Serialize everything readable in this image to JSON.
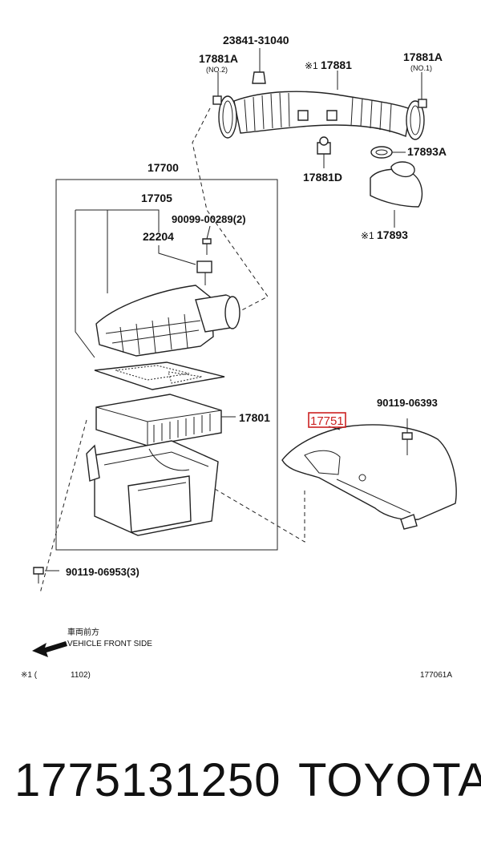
{
  "labels": {
    "p23841": "23841-31040",
    "p17881a_no2": "17881A",
    "no2": "(NO.2)",
    "p17881": "17881",
    "p17881a_no1": "17881A",
    "no1": "(NO.1)",
    "p17893a": "17893A",
    "p17881d": "17881D",
    "p17893": "17893",
    "p17700": "17700",
    "p17705": "17705",
    "p90099": "90099-00289(2)",
    "p22204": "22204",
    "p17801": "17801",
    "p90119_06393": "90119-06393",
    "p17751": "17751",
    "p90119_06953": "90119-06953(3)",
    "mark": "※1",
    "front_jp": "車両前方",
    "front_en": "VEHICLE FRONT SIDE",
    "note_mark": "※1 (",
    "note_code": "1102)",
    "diagram_id": "177061A"
  },
  "highlight_color": "#cc2222",
  "caption": {
    "part_number": "1775131250",
    "brand": "TOYOTA"
  }
}
